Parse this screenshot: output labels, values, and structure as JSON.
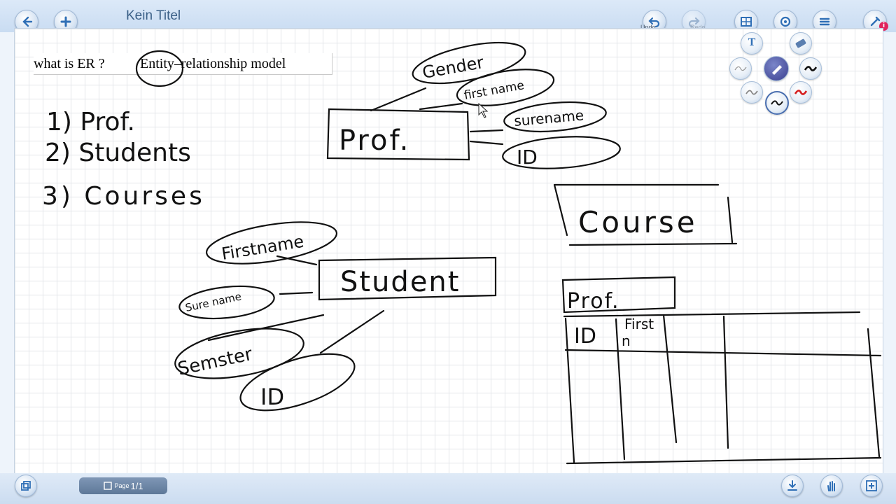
{
  "window": {
    "title": "Kein Titel"
  },
  "toolbar": {
    "back_icon": "arrow-left-icon",
    "add_icon": "plus-icon",
    "undo_label": "Undo",
    "redo_label": "Redo",
    "menu_icon": "hamburger-icon"
  },
  "canvas": {
    "typed_text_question": "what is ER ?",
    "typed_text_answer": "Entity–relationship model",
    "list_item_1": "1) Prof.",
    "list_item_2": "2) Students",
    "list_item_3": "3) Courses",
    "prof_entity": "Prof.",
    "prof_attr_gender": "Gender",
    "prof_attr_firstname": "first name",
    "prof_attr_surname": "surename",
    "prof_attr_id": "ID",
    "course_entity": "Course",
    "student_entity": "Student",
    "student_attr_firstname": "Firstname",
    "student_attr_surname": "Sure name",
    "student_attr_semester": "Semster",
    "student_attr_id": "ID",
    "table_title": "Prof.",
    "table_col_id": "ID",
    "table_col_first": "First",
    "table_col_n": "n"
  },
  "pen_palette": {
    "text_tool": "T",
    "colors": {
      "active_pen": "#3b3f8f",
      "red_pen": "#d62020",
      "black_pen": "#111111"
    }
  },
  "footer": {
    "page_word": "Page",
    "page_indicator": "1/1"
  },
  "colors": {
    "accent": "#2f6fb6",
    "notification": "#e0245e"
  }
}
